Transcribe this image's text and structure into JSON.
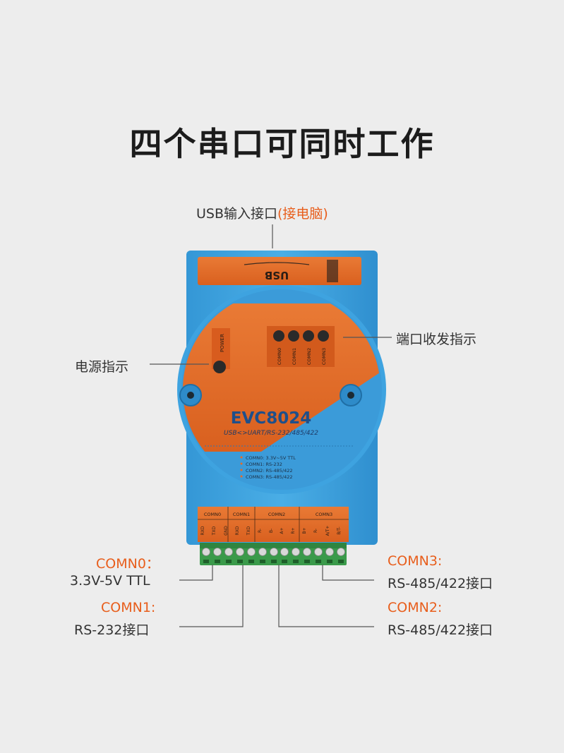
{
  "title": "四个串口可同时工作",
  "callouts": {
    "usb_input": {
      "prefix": "USB输入接口",
      "suffix": "(接电脑)"
    },
    "port_indicator": "端口收发指示",
    "power_indicator": "电源指示",
    "comn0": {
      "name": "COMN0：",
      "desc": "3.3V-5V TTL"
    },
    "comn1": {
      "name": "COMN1:",
      "desc": "RS-232接口"
    },
    "comn2": {
      "name": "COMN2:",
      "desc": "RS-485/422接口"
    },
    "comn3": {
      "name": "COMN3:",
      "desc": "RS-485/422接口"
    }
  },
  "device": {
    "top_label": "USB",
    "model": "EVC8024",
    "subtitle": "USB<>UART/RS-232/485/422",
    "power_led_label": "POWER",
    "port_leds": [
      "COMN0",
      "COMN1",
      "COMN2",
      "COMN3"
    ],
    "specs": [
      "COMN0: 3.3V~5V TTL",
      "COMN1:  RS-232",
      "COMN2:  RS-485/422",
      "COMN3:  RS-485/422"
    ],
    "groups": [
      "COMN0",
      "COMN1",
      "COMN2",
      "COMN3"
    ],
    "pins": [
      "RXD",
      "TXD",
      "GND",
      "RXD",
      "TXD",
      "R-",
      "B-",
      "A+",
      "R+",
      "B+",
      "R-",
      "A/T+",
      "B/T-"
    ],
    "colors": {
      "body_blue": "#3fa3df",
      "accent_orange": "#e86a25",
      "terminal_green": "#3a9a4a"
    }
  }
}
